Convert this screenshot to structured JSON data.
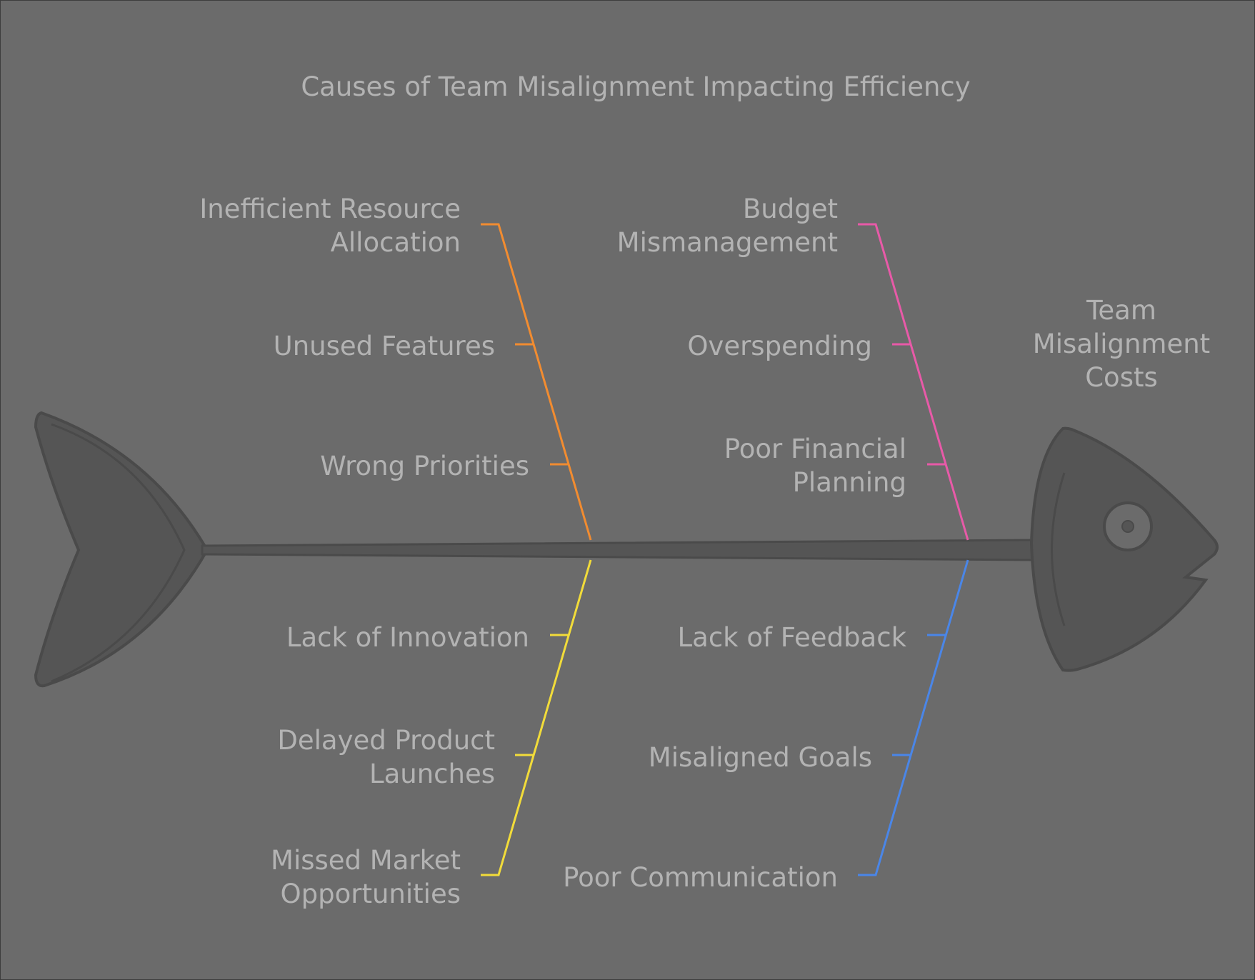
{
  "diagram": {
    "title": "Causes of Team Misalignment Impacting Efficiency",
    "effect": "Team\nMisalignment\nCosts",
    "colors": {
      "background": "#6b6b6b",
      "text": "#b3b3b3",
      "fish_body": "#555555",
      "fish_outline": "#4a4a4a",
      "branch_orange": "#f28c30",
      "branch_pink": "#e85aa8",
      "branch_yellow": "#f2dc3a",
      "branch_blue": "#4a86e8"
    },
    "branches": {
      "top_left": {
        "color_name": "orange",
        "causes": [
          "Inefficient Resource\nAllocation",
          "Unused Features",
          "Wrong Priorities"
        ]
      },
      "top_right": {
        "color_name": "pink",
        "causes": [
          "Budget\nMismanagement",
          "Overspending",
          "Poor Financial\nPlanning"
        ]
      },
      "bottom_left": {
        "color_name": "yellow",
        "causes": [
          "Lack of Innovation",
          "Delayed Product\nLaunches",
          "Missed Market\nOpportunities"
        ]
      },
      "bottom_right": {
        "color_name": "blue",
        "causes": [
          "Lack of Feedback",
          "Misaligned Goals",
          "Poor Communication"
        ]
      }
    }
  }
}
